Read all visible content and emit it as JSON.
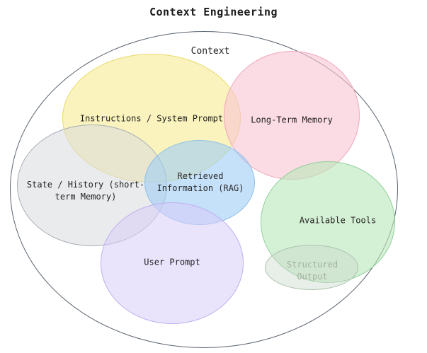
{
  "title": "Context Engineering",
  "outer": {
    "label": "Context",
    "border_color": "#5b6470"
  },
  "ellipses": [
    {
      "name": "instructions-system-prompt",
      "label": "Instructions / System Prompt",
      "fill": "#f8efa8c0",
      "border": "#e8d96a",
      "label_color": "#1f1f1f"
    },
    {
      "name": "long-term-memory",
      "label": "Long-Term Memory",
      "fill": "#f9c5d49e",
      "border": "#efa8bb",
      "label_color": "#1f1f1f"
    },
    {
      "name": "state-history-short-term-memory",
      "label": "State / History (short-term Memory)",
      "fill": "#d8dadd8c",
      "border": "#a8aeb6",
      "label_color": "#1f1f1f"
    },
    {
      "name": "retrieved-information-rag",
      "label": "Retrieved Information (RAG)",
      "fill": "#9fcdf599",
      "border": "#8fc0ea",
      "label_color": "#2a2a2a"
    },
    {
      "name": "user-prompt",
      "label": "User Prompt",
      "fill": "#d7ccfa8c",
      "border": "#bfb0ef",
      "label_color": "#1f1f1f"
    },
    {
      "name": "available-tools",
      "label": "Available Tools",
      "fill": "#b9e7b999",
      "border": "#8ed09a",
      "label_color": "#1f1f1f"
    },
    {
      "name": "structured-output",
      "label": "Structured Output",
      "fill": "#ccd9cc73",
      "border": "#abc4ad",
      "label_color": "#a2b09f"
    }
  ]
}
